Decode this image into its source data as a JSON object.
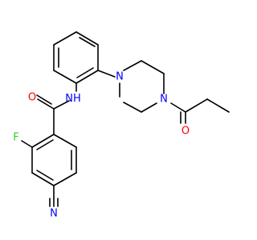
{
  "molecule": {
    "atoms": {
      "N_amide": {
        "label": "N",
        "sub": "H",
        "color": "#0000ff"
      },
      "O_amide": {
        "label": "O",
        "color": "#ff0000"
      },
      "F": {
        "label": "F",
        "color": "#33cc33"
      },
      "N_nitrile": {
        "label": "N",
        "color": "#0000ff"
      },
      "N_pip_1": {
        "label": "N",
        "color": "#0000ff"
      },
      "N_pip_4": {
        "label": "N",
        "color": "#0000ff"
      },
      "O_acyl": {
        "label": "O",
        "color": "#ff0000"
      }
    }
  }
}
